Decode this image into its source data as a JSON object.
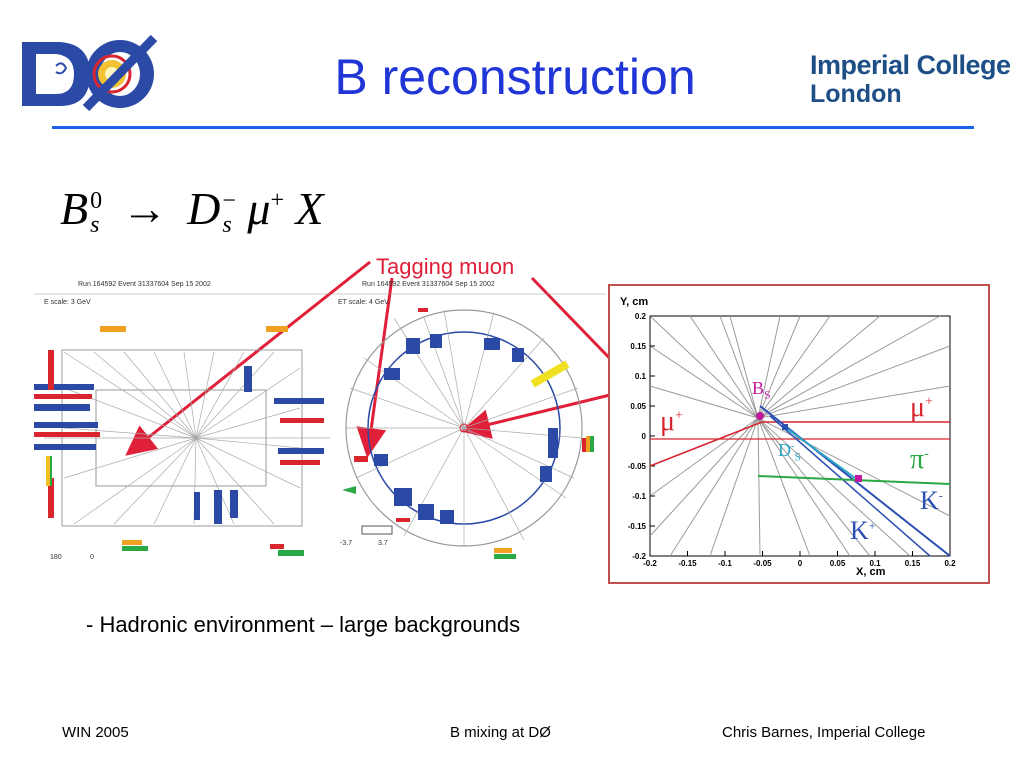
{
  "slide": {
    "title": "B reconstruction",
    "formula": {
      "b": "B",
      "b_sup": "0",
      "b_sub": "s",
      "arrow": "→",
      "d": "D",
      "d_sup": "−",
      "d_sub": "s",
      "mu": "μ",
      "mu_sup": "+",
      "x": "X"
    },
    "callout": "Tagging muon",
    "bullet": "- Hadronic environment – large backgrounds",
    "footer": {
      "left": "WIN 2005",
      "center": "B mixing at DØ",
      "right": "Chris Barnes, Imperial College"
    }
  },
  "logos": {
    "d0": "DØ",
    "imperial_line1": "Imperial College",
    "imperial_line2": "London"
  },
  "event_displays": {
    "left_header": "Run 164592 Event 31337604 Sep 15 2002",
    "left_scale": "E scale: 3 GeV",
    "left_bottom": "180",
    "left_bottom_right": "0",
    "middle_header": "Run 164592 Event 31337604 Sep 15 2002",
    "middle_scale": "ET scale: 4 GeV",
    "middle_low": "-3.7",
    "middle_high": "3.7"
  },
  "vertex_plot": {
    "y_axis_label": "Y, cm",
    "x_axis_label": "X, cm",
    "y_ticks": [
      "0.2",
      "0.15",
      "0.1",
      "0.05",
      "0",
      "-0.05",
      "-0.1",
      "-0.15",
      "-0.2"
    ],
    "x_ticks": [
      "-0.2",
      "-0.15",
      "-0.1",
      "-0.05",
      "0",
      "0.05",
      "0.1",
      "0.15",
      "0.2"
    ],
    "labels": {
      "bs": "B",
      "bs_sub": "S",
      "ds": "D",
      "ds_sup": "-",
      "ds_sub": "S",
      "mu_left": "μ",
      "mu_left_sup": "+",
      "mu_right": "μ",
      "mu_right_sup": "+",
      "pi": "π",
      "pi_sup": "-",
      "kminus": "K",
      "kminus_sup": "-",
      "kplus": "K",
      "kplus_sup": "+"
    },
    "colors": {
      "frame": "#c0504d",
      "bs": "#c0199e",
      "ds": "#2aa6c7",
      "mu": "#d8252e",
      "pi": "#2aa845",
      "kaon": "#2c4fb3"
    }
  }
}
